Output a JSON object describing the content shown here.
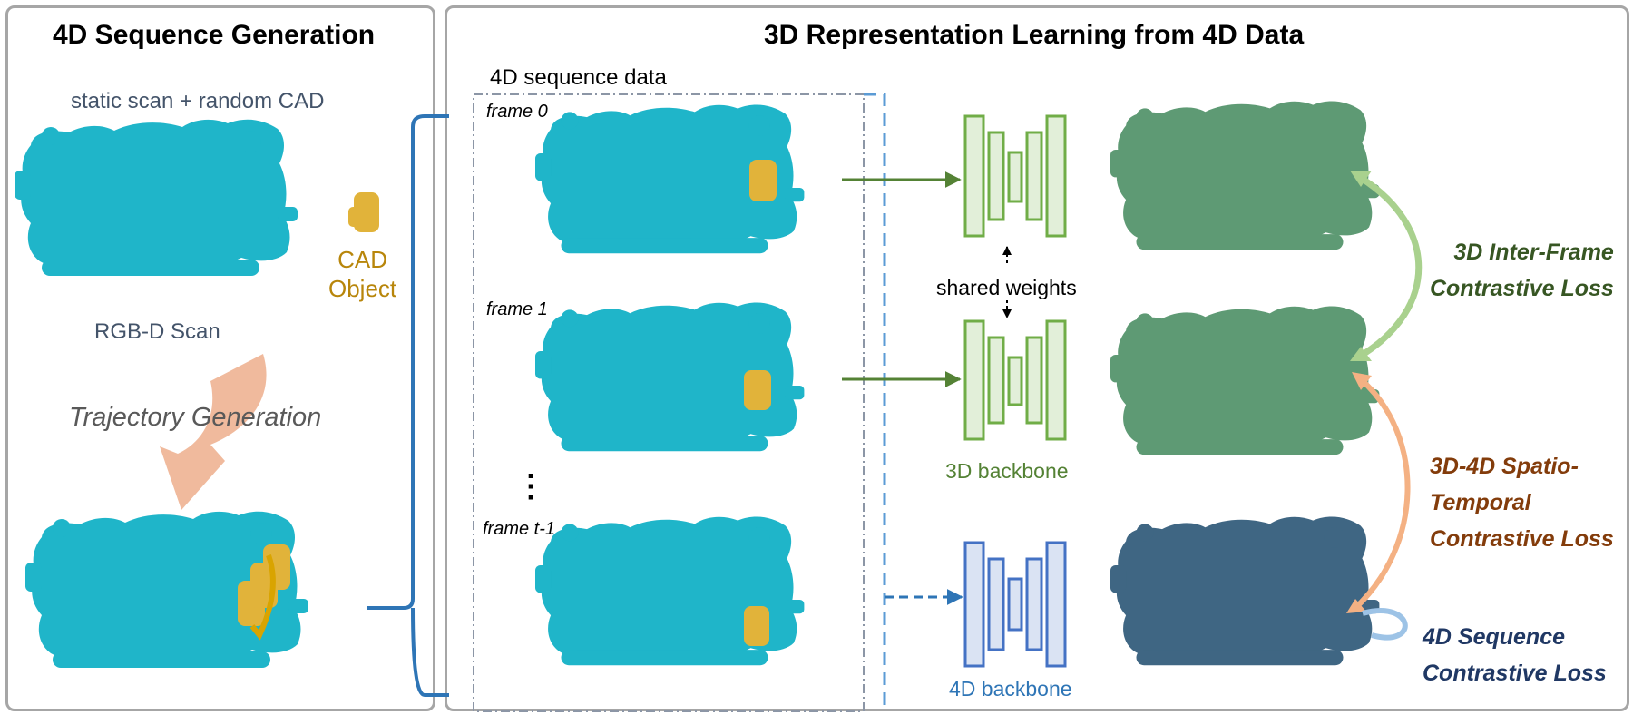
{
  "left_panel": {
    "title": "4D Sequence Generation",
    "scan_caption": "static scan + random CAD",
    "cad_label": [
      "CAD",
      "Object"
    ],
    "rgbd_label": "RGB-D Scan",
    "trajectory_label": "Trajectory Generation"
  },
  "right_panel": {
    "title": "3D Representation Learning from 4D Data",
    "sequence_label": "4D sequence data",
    "frames": [
      "frame 0",
      "frame 1",
      "frame t-1"
    ],
    "ellipsis": "⋮",
    "shared_weights": "shared weights",
    "backbone_3d": "3D backbone",
    "backbone_4d": "4D backbone",
    "losses": {
      "inter_frame": [
        "3D Inter-Frame",
        "Contrastive Loss"
      ],
      "spatio_temporal": [
        "3D-4D Spatio-",
        "Temporal",
        "Contrastive Loss"
      ],
      "sequence": [
        "4D Sequence",
        "Contrastive Loss"
      ]
    }
  },
  "colors": {
    "scan": "#1fb5c9",
    "cad": "#e1b33a",
    "green_feat": "#5e9a74",
    "blue_feat": "#3f6683",
    "backbone_3d": "#70ad47",
    "backbone_4d": "#4472c4",
    "bracket": "#2e75b6",
    "loss_inter": "#375623",
    "loss_st": "#833c0b",
    "loss_seq": "#203864"
  }
}
